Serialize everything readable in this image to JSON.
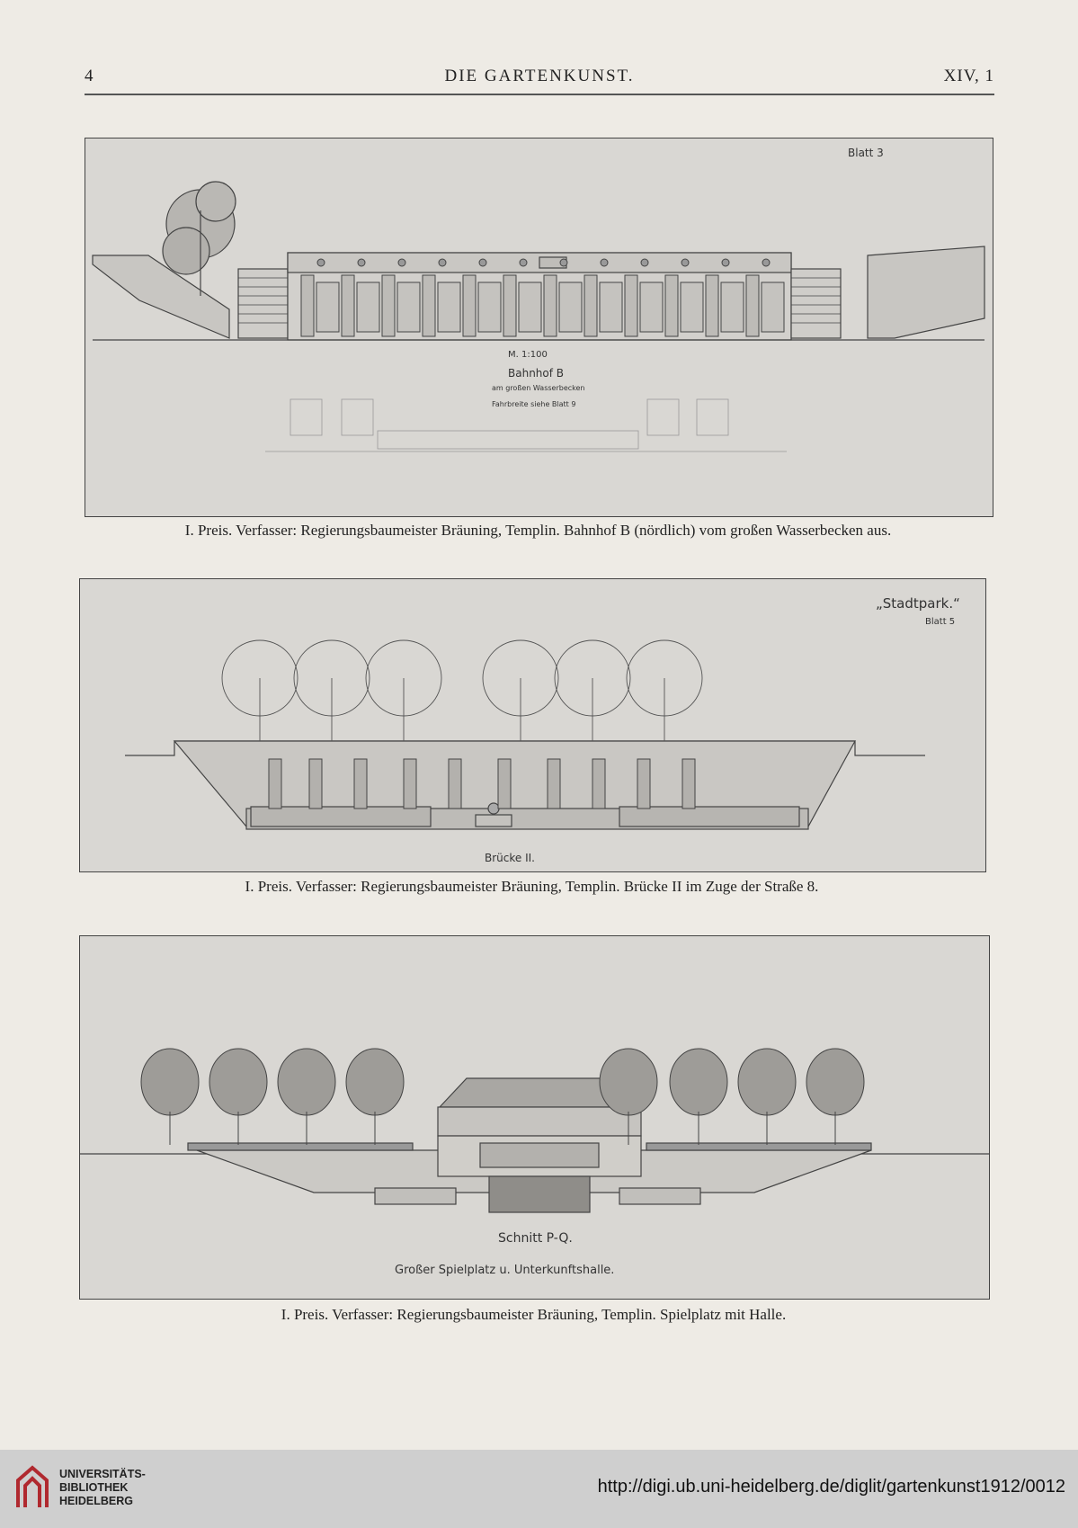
{
  "header": {
    "page_number": "4",
    "title": "DIE GARTENKUNST.",
    "volume": "XIV, 1"
  },
  "plates": [
    {
      "annotations": [
        "Blatt 3",
        "M. 1:100",
        "Bahnhof B",
        "am großen Wasserbecken",
        "Fahrbreite siehe Blatt 9"
      ],
      "caption": "I. Preis.  Verfasser: Regierungsbaumeister Bräuning, Templin.  Bahnhof B (nördlich) vom großen Wasserbecken aus."
    },
    {
      "annotations": [
        "„Stadtpark.“",
        "Blatt 5",
        "Brücke II."
      ],
      "caption": "I. Preis.  Verfasser: Regierungsbaumeister Bräuning, Templin.  Brücke II im Zuge der Straße 8."
    },
    {
      "annotations": [
        "Schnitt P-Q.",
        "Großer Spielplatz u. Unterkunftshalle."
      ],
      "caption": "I. Preis.  Verfasser: Regierungsbaumeister Bräuning, Templin.  Spielplatz mit Halle."
    }
  ],
  "footer": {
    "library_line1": "UNIVERSITÄTS-",
    "library_line2": "BIBLIOTHEK",
    "library_line3": "HEIDELBERG",
    "url": "http://digi.ub.uni-heidelberg.de/diglit/gartenkunst1912/0012",
    "logo_color": "#b0292f"
  }
}
